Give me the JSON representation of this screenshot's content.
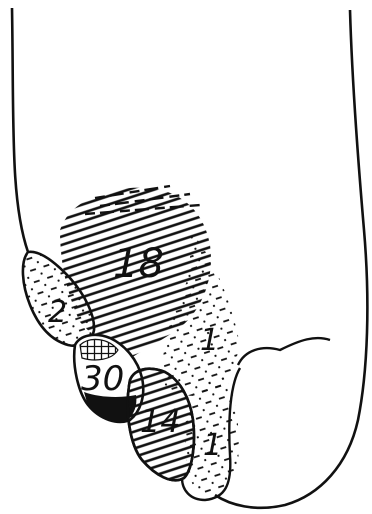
{
  "figure": {
    "colors": {
      "ink": "#111111",
      "paper": "#ffffff"
    },
    "region_labels": {
      "upper_area": "18",
      "left_lobe": "2",
      "middle_dark": "30",
      "lower_lobe": "14",
      "right_upper": "1",
      "right_lower": "1"
    }
  }
}
